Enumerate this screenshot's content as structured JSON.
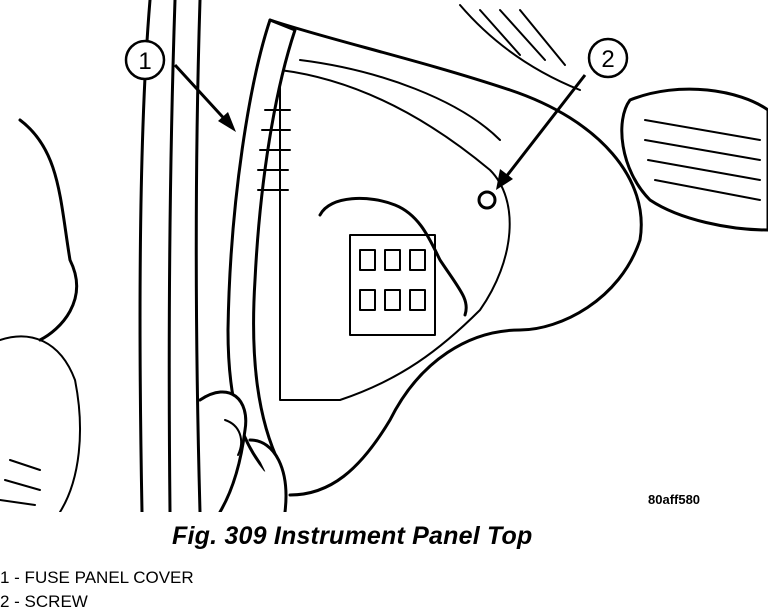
{
  "callouts": [
    {
      "number": "1",
      "label": "FUSE PANEL COVER"
    },
    {
      "number": "2",
      "label": "SCREW"
    }
  ],
  "figure_code": "80aff580",
  "caption": "Fig. 309 Instrument Panel Top",
  "legend": [
    "1 - FUSE PANEL COVER",
    "2 - SCREW"
  ]
}
